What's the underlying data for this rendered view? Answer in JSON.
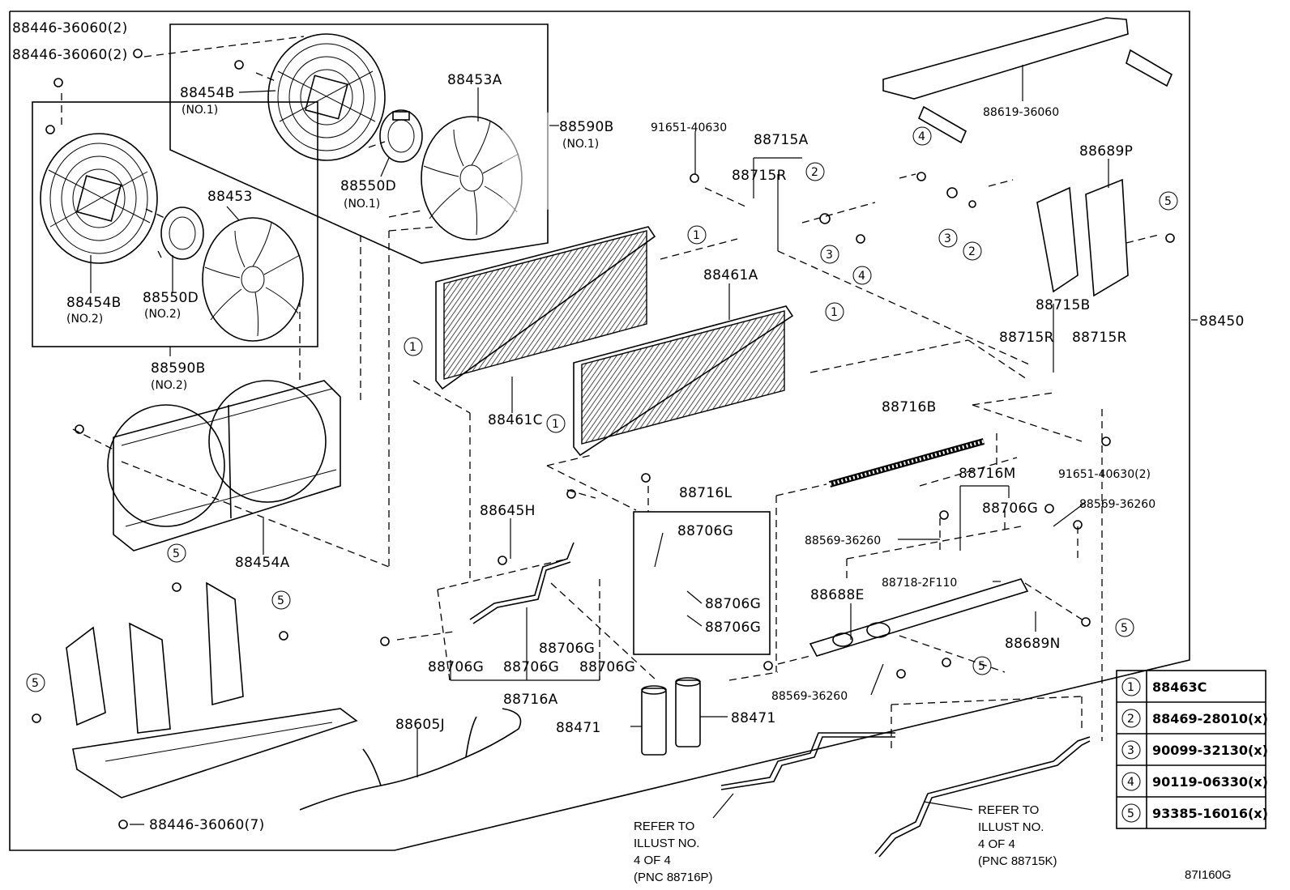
{
  "labels": {
    "bolt_top1": "88446-36060(2)",
    "bolt_top2": "88446-36060(2)",
    "shroud_no1_part": "88454B",
    "shroud_no1_sub": "(NO.1)",
    "fan_no1": "88453A",
    "motor_no1": "88550D",
    "motor_no1_sub": "(NO.1)",
    "assy_no1": "88590B",
    "assy_no1_sub": "(NO.1)",
    "fan_no2": "88453",
    "shroud_no2_part": "88454B",
    "shroud_no2_sub": "(NO.2)",
    "motor_no2": "88550D",
    "motor_no2_sub": "(NO.2)",
    "assy_no2": "88590B",
    "assy_no2_sub": "(NO.2)",
    "frame": "88454A",
    "bolt_bottom": "88446-36060(7)",
    "harness": "88605J",
    "bolt_91651": "91651-40630",
    "tube_88715A": "88715A",
    "tube_88715R": "88715R",
    "cover_top": "88619-36060",
    "bracket_88689P": "88689P",
    "condenser_a": "88461A",
    "condenser_c": "88461C",
    "tube_88715B": "88715B",
    "tube_88715R_l": "88715R",
    "tube_88715R_r": "88715R",
    "overall": "88450",
    "bolt_91651_2": "91651-40630(2)",
    "tube_88716B": "88716B",
    "tube_88716M": "88716M",
    "oring_88706G_a": "88706G",
    "clamp_88569_a": "88569-36260",
    "clamp_88569_b": "88569-36260",
    "clip_88718": "88718-2F110",
    "bracket_88688E": "88688E",
    "bracket_88689N": "88689N",
    "clamp_88569_c": "88569-36260",
    "switch_88645H": "88645H",
    "group_88716L": "88716L",
    "oring_l1": "88706G",
    "oring_l2": "88706G",
    "oring_l3": "88706G",
    "oring_b1": "88706G",
    "oring_b2": "88706G",
    "oring_b3": "88706G",
    "oring_b4": "88706G",
    "tube_88716A": "88716A",
    "receiver_1": "88471",
    "receiver_2": "88471"
  },
  "refer_left": {
    "l1": "REFER TO",
    "l2": "ILLUST NO.",
    "l3": "4 OF 4",
    "l4": "(PNC 88716P)"
  },
  "refer_right": {
    "l1": "REFER TO",
    "l2": "ILLUST NO.",
    "l3": "4 OF 4",
    "l4": "(PNC 88715K)"
  },
  "legend": [
    {
      "num": "1",
      "part": "88463C"
    },
    {
      "num": "2",
      "part": "88469-28010(x)"
    },
    {
      "num": "3",
      "part": "90099-32130(x)"
    },
    {
      "num": "4",
      "part": "90119-06330(x)"
    },
    {
      "num": "5",
      "part": "93385-16016(x)"
    }
  ],
  "callouts": {
    "c1": "1",
    "c2": "2",
    "c3": "3",
    "c4": "4",
    "c5": "5"
  },
  "illustration_code": "87I160G"
}
